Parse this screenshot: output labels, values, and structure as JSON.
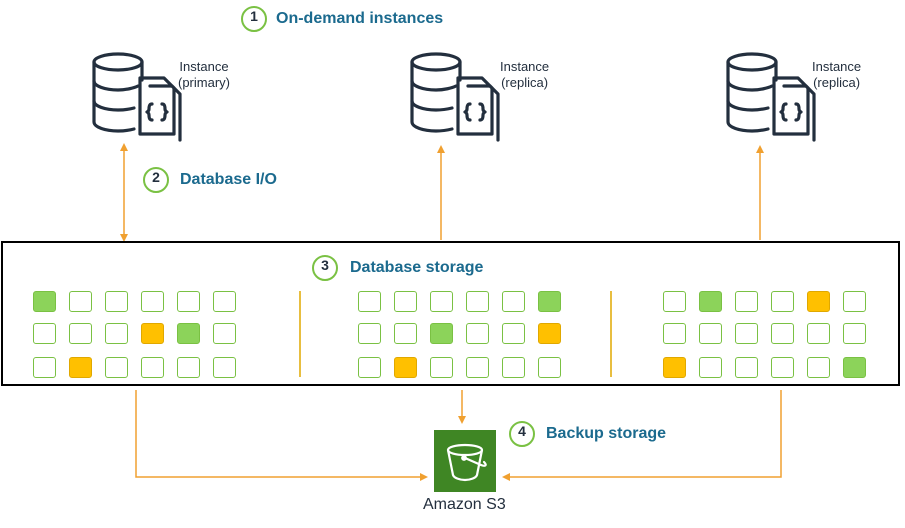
{
  "steps": {
    "s1": {
      "num": "1",
      "label": "On-demand instances"
    },
    "s2": {
      "num": "2",
      "label": "Database I/O"
    },
    "s3": {
      "num": "3",
      "label": "Database storage"
    },
    "s4": {
      "num": "4",
      "label": "Backup storage"
    }
  },
  "instances": {
    "primary": {
      "line1": "Instance",
      "line2": "(primary)"
    },
    "replica_1": {
      "line1": "Instance",
      "line2": "(replica)"
    },
    "replica_2": {
      "line1": "Instance",
      "line2": "(replica)"
    }
  },
  "s3": {
    "label": "Amazon S3"
  },
  "storage_groups": [
    {
      "rows": [
        [
          "g",
          "e",
          "e",
          "e",
          "e",
          "e"
        ],
        [
          "e",
          "e",
          "e",
          "y",
          "g",
          "e"
        ],
        [
          "e",
          "y",
          "e",
          "e",
          "e",
          "e"
        ]
      ]
    },
    {
      "rows": [
        [
          "e",
          "e",
          "e",
          "e",
          "e",
          "g"
        ],
        [
          "e",
          "e",
          "g",
          "e",
          "e",
          "y"
        ],
        [
          "e",
          "y",
          "e",
          "e",
          "e",
          "e"
        ]
      ]
    },
    {
      "rows": [
        [
          "e",
          "g",
          "e",
          "e",
          "y",
          "e"
        ],
        [
          "e",
          "e",
          "e",
          "e",
          "e",
          "e"
        ],
        [
          "y",
          "e",
          "e",
          "e",
          "e",
          "g"
        ]
      ]
    }
  ],
  "colors": {
    "accent_green": "#7AC143",
    "filled_green": "#8CD35A",
    "filled_yellow": "#FFC000",
    "arrow_orange": "#F0A030",
    "step_text": "#1B6A8E",
    "s3_green": "#3F8624"
  }
}
